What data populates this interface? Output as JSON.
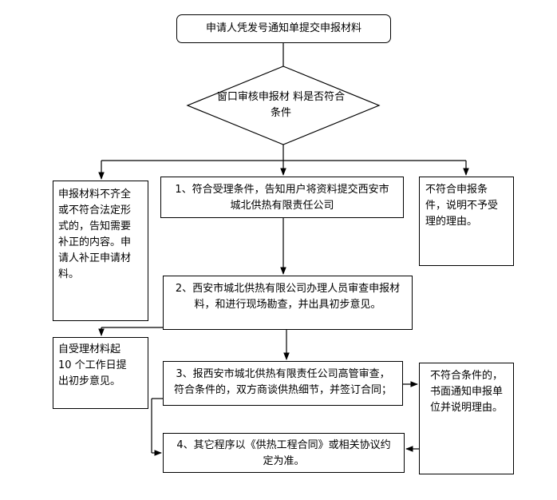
{
  "flowchart": {
    "start": "申请人凭发号通知单提交申报材料",
    "decision": [
      "窗口审核申报材",
      "料是否符合条件"
    ],
    "left_reject": [
      "申报材料不齐全",
      "或不符合法定形",
      "式的，告知需要",
      "补正的内容。申",
      "请人补正申请材",
      "料。"
    ],
    "step1": [
      "1、符合受理条件，告知用户将资料提交西安市",
      "城北供热有限责任公司"
    ],
    "right_reject": [
      "不符合申报条",
      "件，说明不予受",
      "理的理由。"
    ],
    "step2": [
      "2、西安市城北供热有限公司办理人员审查申报材",
      "料，和进行现场勘查，并出具初步意见。"
    ],
    "left_note": [
      "自受理材料起",
      "10 个工作日提",
      "出初步意见。"
    ],
    "step3": [
      "3、报西安市城北供热有限责任公司高管审查，",
      "符合条件的，双方商谈供热细节，并签订合同；"
    ],
    "right_notice": [
      "不符合条件的，",
      "书面通知申报单",
      "位并说明理由。"
    ],
    "step4": [
      "4、其它程序以《供热工程合同》或相关协议约",
      "定为准。"
    ]
  }
}
